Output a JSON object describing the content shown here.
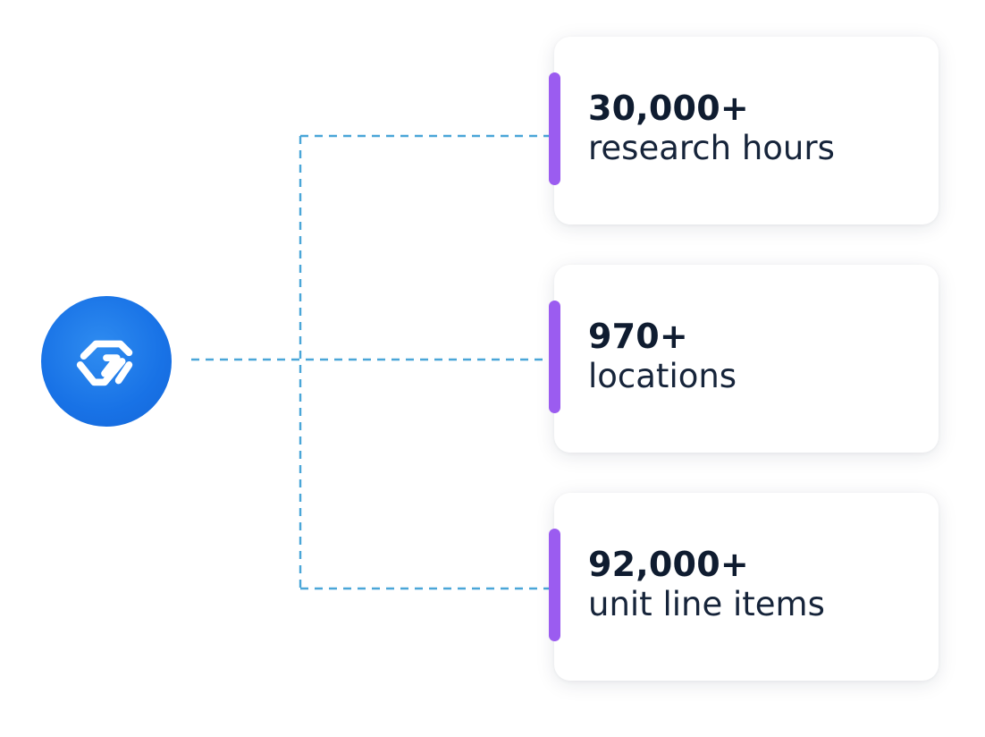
{
  "colors": {
    "logo_blue": "#1872e6",
    "connector": "#4aa6d8",
    "accent_bar": "#9b5cf0",
    "text_dark": "#0f1c30"
  },
  "logo": {
    "icon": "brand-logo-icon"
  },
  "stats": [
    {
      "value": "30,000+",
      "label": "research hours"
    },
    {
      "value": "970+",
      "label": "locations"
    },
    {
      "value": "92,000+",
      "label": "unit line items"
    }
  ]
}
